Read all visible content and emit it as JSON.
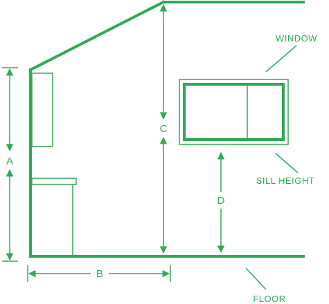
{
  "diagram": {
    "accent_color": "#2eaa54",
    "background_color": "#ffffff",
    "labels": {
      "dim_a": "A",
      "dim_b": "B",
      "dim_c": "C",
      "dim_d": "D",
      "window": "WINDOW",
      "sill_height": "SILL HEIGHT",
      "floor": "FLOOR"
    }
  }
}
